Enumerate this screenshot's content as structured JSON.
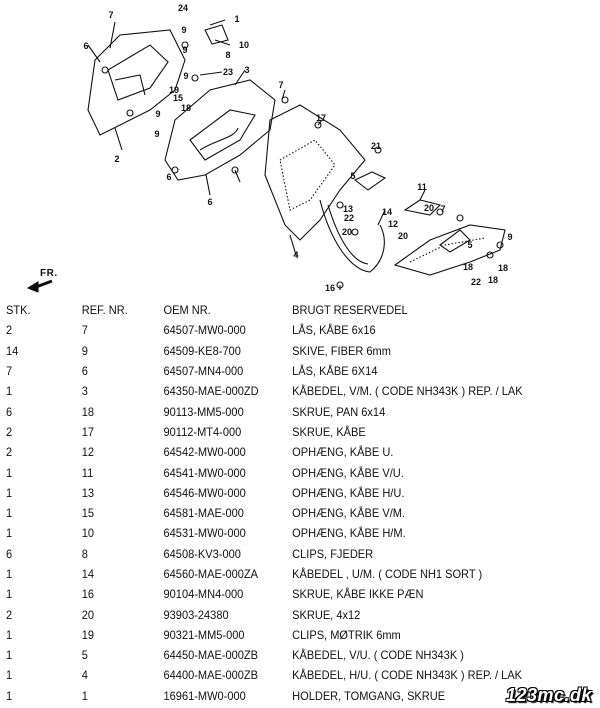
{
  "diagram": {
    "callouts": [
      "7",
      "24",
      "1",
      "9",
      "10",
      "9",
      "6",
      "8",
      "23",
      "3",
      "7",
      "9",
      "15",
      "19",
      "18",
      "9",
      "9",
      "17",
      "2",
      "6",
      "6",
      "14",
      "21",
      "5",
      "22",
      "11",
      "7",
      "12",
      "20",
      "18",
      "22",
      "13",
      "4",
      "16",
      "20",
      "20",
      "9",
      "5",
      "18",
      "18"
    ],
    "fr_label": "FR."
  },
  "table": {
    "headers": {
      "stk": "STK.",
      "ref": "REF. NR.",
      "oem": "OEM NR.",
      "desc": "BRUGT RESERVEDEL"
    },
    "rows": [
      {
        "stk": "2",
        "ref": "7",
        "oem": "64507-MW0-000",
        "desc": "LÅS, KÅBE 6x16"
      },
      {
        "stk": "14",
        "ref": "9",
        "oem": "64509-KE8-700",
        "desc": "SKIVE, FIBER 6mm"
      },
      {
        "stk": "7",
        "ref": "6",
        "oem": "64507-MN4-000",
        "desc": "LÅS, KÅBE 6X14"
      },
      {
        "stk": "1",
        "ref": "3",
        "oem": "64350-MAE-000ZD",
        "desc": "KÅBEDEL, V/M. ( CODE NH343K ) REP. / LAK"
      },
      {
        "stk": "6",
        "ref": "18",
        "oem": "90113-MM5-000",
        "desc": "SKRUE, PAN 6x14"
      },
      {
        "stk": "2",
        "ref": "17",
        "oem": "90112-MT4-000",
        "desc": "SKRUE, KÅBE"
      },
      {
        "stk": "2",
        "ref": "12",
        "oem": "64542-MW0-000",
        "desc": "OPHÆNG, KÅBE U."
      },
      {
        "stk": "1",
        "ref": "11",
        "oem": "64541-MW0-000",
        "desc": "OPHÆNG, KÅBE V/U."
      },
      {
        "stk": "1",
        "ref": "13",
        "oem": "64546-MW0-000",
        "desc": "OPHÆNG, KÅBE H/U."
      },
      {
        "stk": "1",
        "ref": "15",
        "oem": "64581-MAE-000",
        "desc": "OPHÆNG, KÅBE V/M."
      },
      {
        "stk": "1",
        "ref": "10",
        "oem": "64531-MW0-000",
        "desc": "OPHÆNG, KÅBE H/M."
      },
      {
        "stk": "6",
        "ref": "8",
        "oem": "64508-KV3-000",
        "desc": "CLIPS, FJEDER"
      },
      {
        "stk": "1",
        "ref": "14",
        "oem": "64560-MAE-000ZA",
        "desc": "KÅBEDEL , U/M. ( CODE NH1 SORT )"
      },
      {
        "stk": "1",
        "ref": "16",
        "oem": "90104-MN4-000",
        "desc": "SKRUE, KÅBE IKKE PÆN"
      },
      {
        "stk": "2",
        "ref": "20",
        "oem": "93903-24380",
        "desc": "SKRUE, 4x12"
      },
      {
        "stk": "1",
        "ref": "19",
        "oem": "90321-MM5-000",
        "desc": "CLIPS, MØTRIK 6mm"
      },
      {
        "stk": "1",
        "ref": "5",
        "oem": "64450-MAE-000ZB",
        "desc": "KÅBEDEL, V/U. ( CODE NH343K )"
      },
      {
        "stk": "1",
        "ref": "4",
        "oem": "64400-MAE-000ZB",
        "desc": "KÅBEDEL, H/U. ( CODE NH343K ) REP. / LAK"
      },
      {
        "stk": "1",
        "ref": "1",
        "oem": "16961-MW0-000",
        "desc": "HOLDER, TOMGANG, SKRUE"
      }
    ]
  },
  "watermark": "123mc.dk"
}
